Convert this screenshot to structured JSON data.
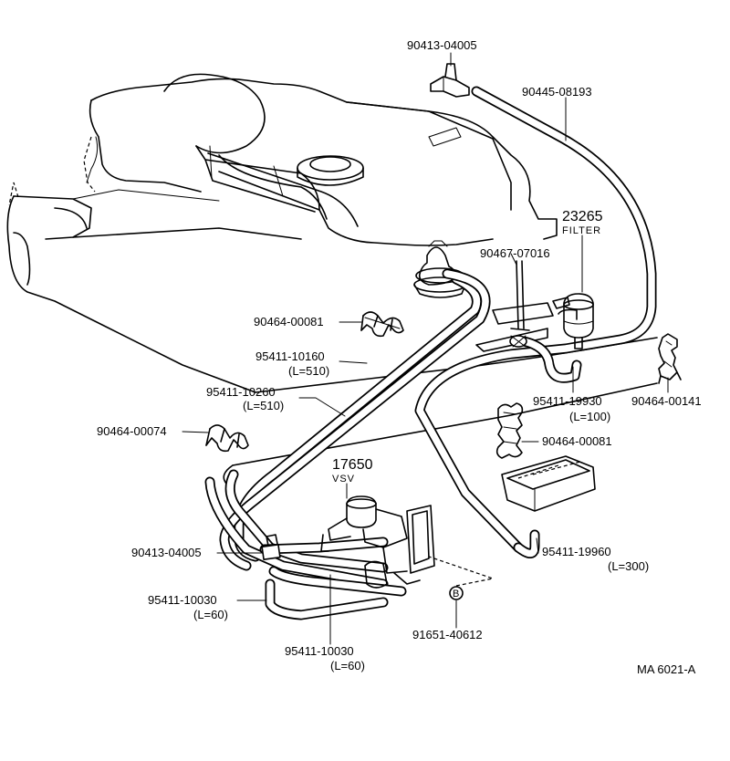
{
  "parts": {
    "p1": {
      "number": "90413-04005"
    },
    "p2": {
      "number": "90445-08193"
    },
    "p3": {
      "number": "23265",
      "name": "FILTER"
    },
    "p4": {
      "number": "90467-07016"
    },
    "p5": {
      "number": "90464-00081"
    },
    "p6": {
      "number": "95411-10160",
      "length": "(L=510)"
    },
    "p7": {
      "number": "95411-10260",
      "length": "(L=510)"
    },
    "p8": {
      "number": "95411-19930",
      "length": "(L=100)"
    },
    "p9": {
      "number": "90464-00141"
    },
    "p10": {
      "number": "90464-00074"
    },
    "p11": {
      "number": "90464-00081"
    },
    "p12": {
      "number": "17650",
      "name": "VSV"
    },
    "p13": {
      "number": "90413-04005"
    },
    "p14": {
      "number": "95411-19960",
      "length": "(L=300)"
    },
    "p15": {
      "number": "95411-10030",
      "length": "(L=60)"
    },
    "p16": {
      "number": "91651-40612",
      "symbol": "B"
    },
    "p17": {
      "number": "95411-10030",
      "length": "(L=60)"
    }
  },
  "figure_code": "MA  6021-A"
}
